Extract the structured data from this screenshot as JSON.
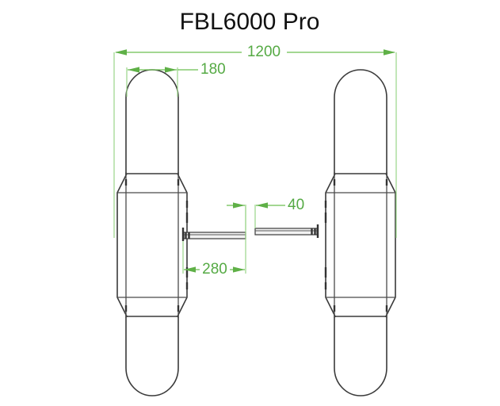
{
  "title": "FBL6000 Pro",
  "drawing": {
    "view": "top-plan-view",
    "units_note": "mm",
    "line_color": "#3a3a3a",
    "dimension_color": "#6cbf52",
    "background_color": "#ffffff"
  },
  "dimensions": {
    "overall_width": "1200",
    "pedestal_width": "180",
    "lane_width": "280",
    "flap_gap": "40"
  },
  "components": {
    "left_pedestal": "left-pedestal",
    "right_pedestal": "right-pedestal",
    "left_flap": "left-flap-barrier",
    "right_flap": "right-flap-barrier"
  }
}
